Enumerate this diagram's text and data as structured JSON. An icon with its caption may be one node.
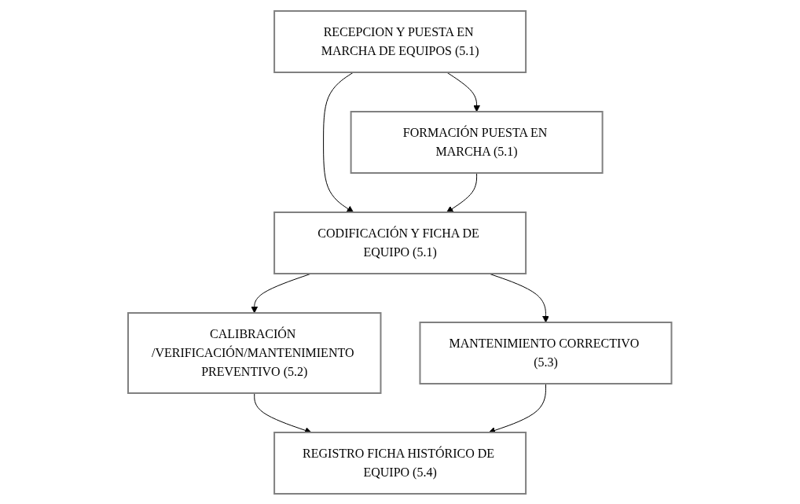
{
  "diagram": {
    "nodes": [
      {
        "text": [
          "RECEPCION Y PUESTA EN MARCHA DE EQUIPOS (5.1)"
        ]
      },
      {
        "text": [
          "FORMACIÓN PUESTA EN MARCHA (5.1)"
        ]
      },
      {
        "text": [
          "CODIFICACIÓN Y FICHA DE EQUIPO (5.1)"
        ]
      },
      {
        "text": [
          "CALIBRACIÓN /VERIFICACIÓN/MANTENIMIENTO PREVENTIVO (5.2)"
        ]
      },
      {
        "text": [
          "MANTENIMIENTO CORRECTIVO (5.3)"
        ]
      },
      {
        "text": [
          "REGISTRO FICHA HISTÓRICO DE EQUIPO (5.4)"
        ]
      }
    ],
    "edges": [
      {
        "from": 0,
        "to": 1,
        "arrow": "to"
      },
      {
        "from": 0,
        "to": 2,
        "arrow": "to"
      },
      {
        "from": 1,
        "to": 2,
        "arrow": "to"
      },
      {
        "from": 2,
        "to": 3,
        "arrow": "to"
      },
      {
        "from": 2,
        "to": 4,
        "arrow": "to"
      },
      {
        "from": 3,
        "to": 5,
        "arrow": "to"
      },
      {
        "from": 4,
        "to": 5,
        "arrow": "to"
      }
    ]
  }
}
